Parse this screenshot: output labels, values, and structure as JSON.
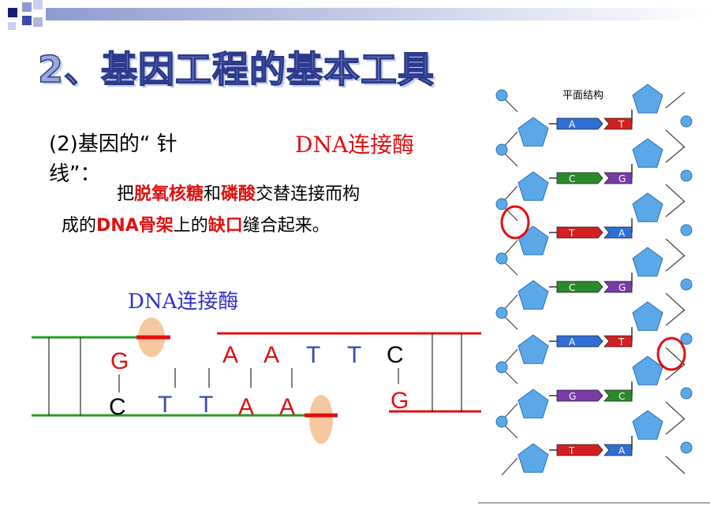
{
  "title": "2、基因工程的基本工具",
  "subtitle_line1": "(2)基因的“ 针",
  "subtitle_line2": "线”：",
  "enzyme_name": "DNA连接酶",
  "description": {
    "p1": "把",
    "p2": "脱氧核糖",
    "p3": "和",
    "p4": "磷酸",
    "p5": "交替连接而构",
    "p6": "成的",
    "p7": "DNA骨架",
    "p8": "上的",
    "p9": "缺口",
    "p10": "缝合起来。"
  },
  "diagram_label": "DNA连接酶",
  "top_bases": [
    "A",
    "A",
    "T",
    "T",
    "C"
  ],
  "bottom_bases": [
    "C",
    "T",
    "T",
    "A",
    "A"
  ],
  "left_top_base": "G",
  "right_bottom_base": "G",
  "structure_header": "平面结构",
  "helix_pairs": [
    {
      "left": "A",
      "right": "T",
      "lc": "#2e6fd6",
      "rc": "#d42020"
    },
    {
      "left": "C",
      "right": "G",
      "lc": "#2a8a2a",
      "rc": "#7a3aa8"
    },
    {
      "left": "T",
      "right": "A",
      "lc": "#d42020",
      "rc": "#2e6fd6"
    },
    {
      "left": "C",
      "right": "G",
      "lc": "#2a8a2a",
      "rc": "#7a3aa8"
    },
    {
      "left": "A",
      "right": "T",
      "lc": "#2e6fd6",
      "rc": "#d42020"
    },
    {
      "left": "G",
      "right": "C",
      "lc": "#7a3aa8",
      "rc": "#2a8a2a"
    },
    {
      "left": "T",
      "right": "A",
      "lc": "#d42020",
      "rc": "#2e6fd6"
    }
  ],
  "colors": {
    "accent_red": "#e01010",
    "accent_blue": "#3030c8",
    "strand_green": "#2a9a2a",
    "sugar_blue": "#5aa8e8"
  }
}
